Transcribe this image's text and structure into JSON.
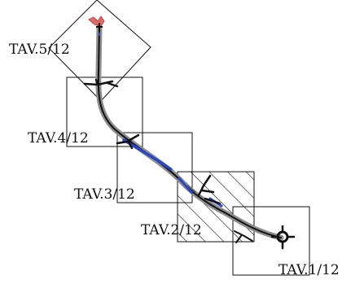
{
  "map": {
    "tiles": [
      {
        "label": "TAV.1/12",
        "hatched": false
      },
      {
        "label": "TAV.2/12",
        "hatched": true
      },
      {
        "label": "TAV.3/12",
        "hatched": false
      },
      {
        "label": "TAV.4/12",
        "hatched": false
      },
      {
        "label": "TAV.5/12",
        "hatched": false
      }
    ],
    "colors": {
      "tile_outline": "#111111",
      "route_grey": "#8e8e8e",
      "route_dark": "#111111",
      "route_blue": "#2747c8",
      "start_marker": "#e06a6a"
    },
    "icons": {
      "end_marker": "roundabout-cross-icon",
      "start_marker": "start-marker-icon"
    }
  }
}
